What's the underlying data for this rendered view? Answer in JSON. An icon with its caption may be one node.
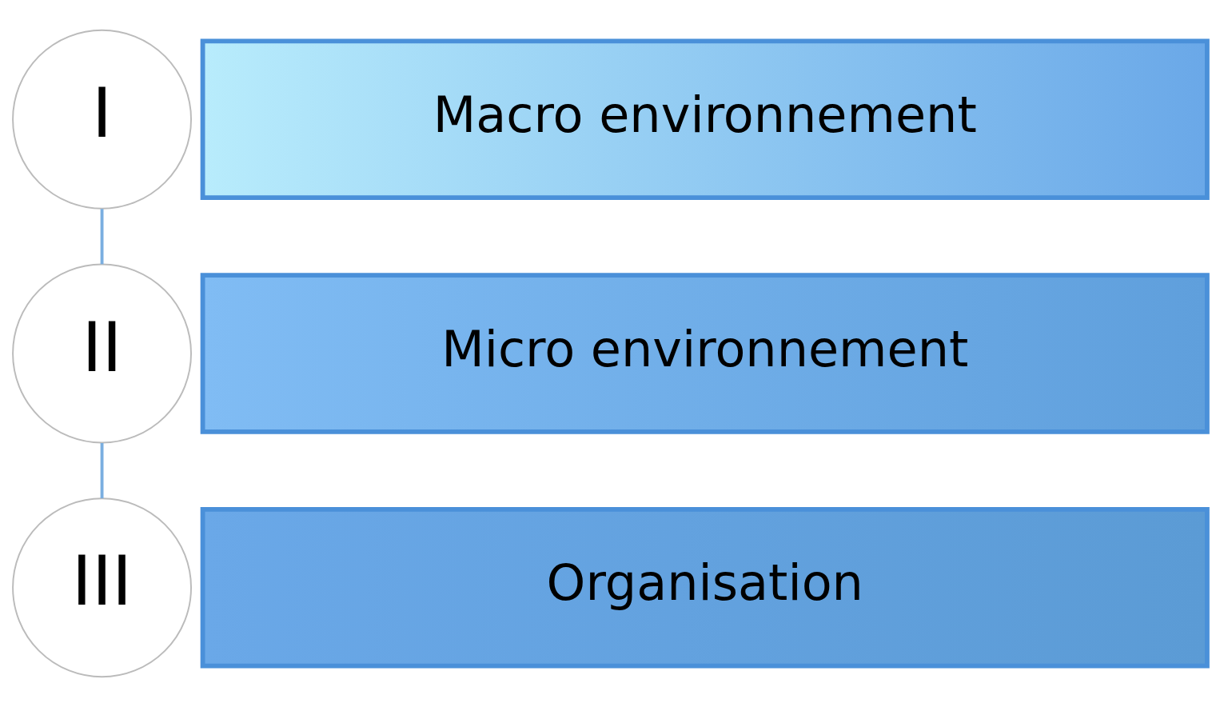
{
  "diagram": {
    "nodes": [
      {
        "text": [
          "I"
        ]
      },
      {
        "text": [
          "Macro environnement"
        ]
      },
      {
        "text": [
          "II"
        ]
      },
      {
        "text": [
          "Micro environnement"
        ]
      },
      {
        "text": [
          "III"
        ]
      },
      {
        "text": [
          "Organisation"
        ]
      }
    ],
    "edges": [
      {
        "from": 0,
        "to": 2,
        "arrow": "none"
      },
      {
        "from": 2,
        "to": 4,
        "arrow": "none"
      }
    ]
  }
}
